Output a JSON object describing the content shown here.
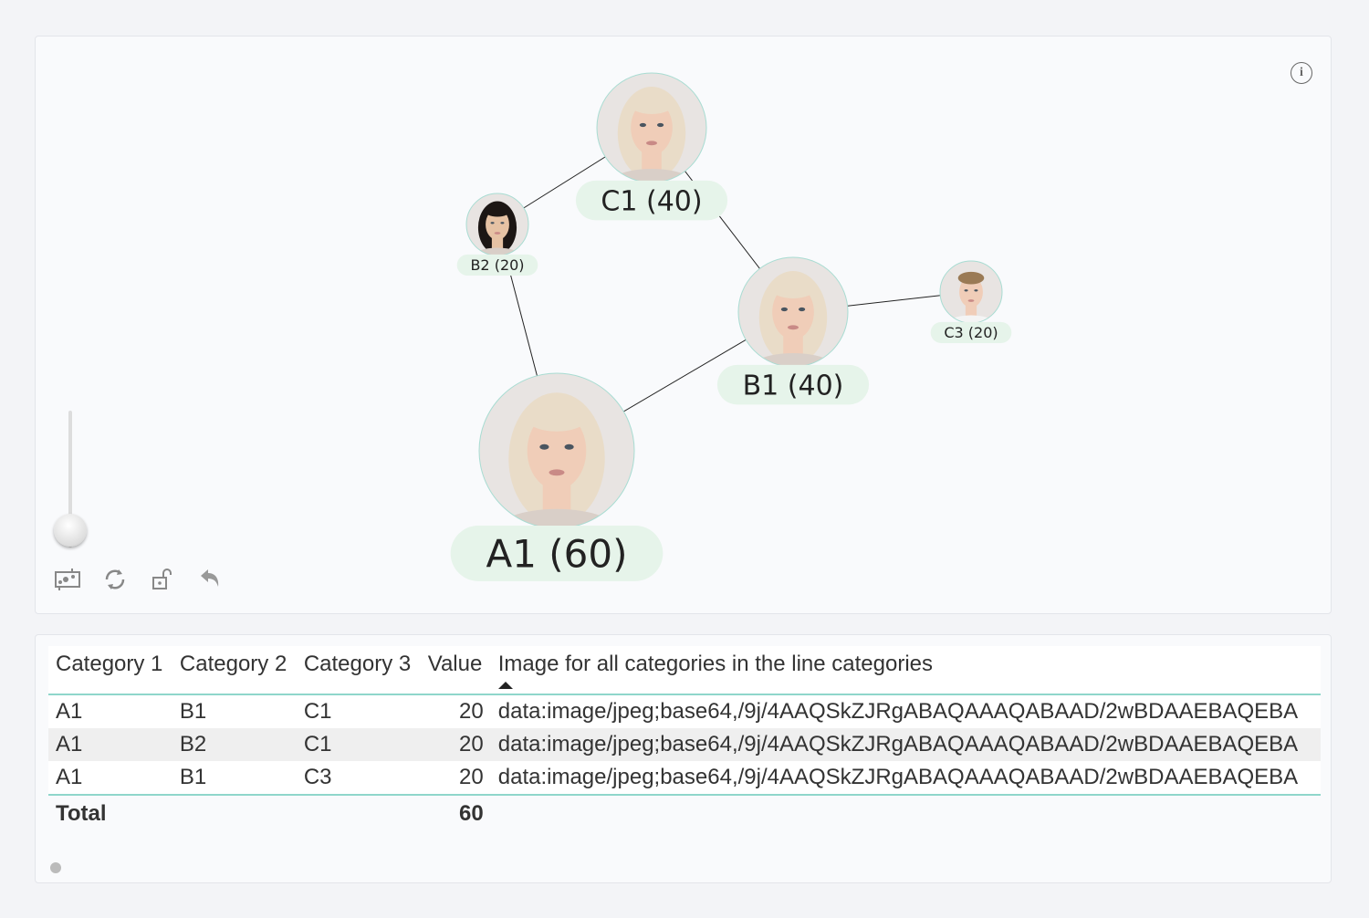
{
  "graph": {
    "nodes": [
      {
        "id": "C1",
        "label": "C1 (40)",
        "value": 40,
        "face": "blonde-woman"
      },
      {
        "id": "B2",
        "label": "B2 (20)",
        "value": 20,
        "face": "dark-hair-woman"
      },
      {
        "id": "B1",
        "label": "B1 (40)",
        "value": 40,
        "face": "blonde-woman"
      },
      {
        "id": "C3",
        "label": "C3 (20)",
        "value": 20,
        "face": "man"
      },
      {
        "id": "A1",
        "label": "A1 (60)",
        "value": 60,
        "face": "blonde-woman"
      }
    ],
    "edges": [
      [
        "B2",
        "C1"
      ],
      [
        "C1",
        "B1"
      ],
      [
        "B2",
        "A1"
      ],
      [
        "A1",
        "B1"
      ],
      [
        "B1",
        "C3"
      ]
    ],
    "colors": {
      "label_bg": "#e6f4ea",
      "node_border": "#a8dcd2",
      "edge": "#222222"
    }
  },
  "toolbar": {
    "icons": [
      "fit-view-icon",
      "refresh-icon",
      "unlock-icon",
      "undo-icon"
    ],
    "info_icon": "i"
  },
  "table": {
    "headers": [
      "Category 1",
      "Category 2",
      "Category 3",
      "Value",
      "Image for all categories in the line categories"
    ],
    "rows": [
      [
        "A1",
        "B1",
        "C1",
        "20",
        "data:image/jpeg;base64,/9j/4AAQSkZJRgABAQAAAQABAAD/2wBDAAEBAQEBA"
      ],
      [
        "A1",
        "B2",
        "C1",
        "20",
        "data:image/jpeg;base64,/9j/4AAQSkZJRgABAQAAAQABAAD/2wBDAAEBAQEBA"
      ],
      [
        "A1",
        "B1",
        "C3",
        "20",
        "data:image/jpeg;base64,/9j/4AAQSkZJRgABAQAAAQABAAD/2wBDAAEBAQEBA"
      ]
    ],
    "total_label": "Total",
    "total_value": "60",
    "accent": "#8fd6cb"
  }
}
